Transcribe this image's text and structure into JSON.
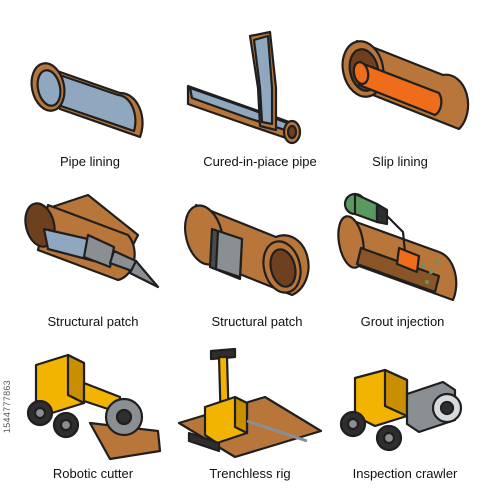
{
  "colors": {
    "outline": "#1f1f1f",
    "pipe": "#b8763a",
    "pipe_dark": "#8a5526",
    "pipe_inner": "#6e4020",
    "liner_blue": "#8fa8c0",
    "orange": "#ef6c1a",
    "yellow": "#f2b400",
    "grey": "#8a8f94",
    "dark": "#2e2e2e",
    "green": "#5a9a5e"
  },
  "tiles": [
    {
      "label": "Pipe lining",
      "icon": "pipe-lining-icon"
    },
    {
      "label": "Cured-in-piace pipe",
      "icon": "cured-in-place-pipe-icon"
    },
    {
      "label": "Slip lining",
      "icon": "slip-lining-icon"
    },
    {
      "label": "Structural patch",
      "icon": "structural-patch-tool-icon"
    },
    {
      "label": "Structural patch",
      "icon": "structural-patch-sleeve-icon"
    },
    {
      "label": "Grout injection",
      "icon": "grout-injection-icon"
    },
    {
      "label": "Robotic cutter",
      "icon": "robotic-cutter-icon"
    },
    {
      "label": "Trenchless rig",
      "icon": "trenchless-rig-icon"
    },
    {
      "label": "Inspection crawler",
      "icon": "inspection-crawler-icon"
    }
  ],
  "stock_id": "1544777863"
}
